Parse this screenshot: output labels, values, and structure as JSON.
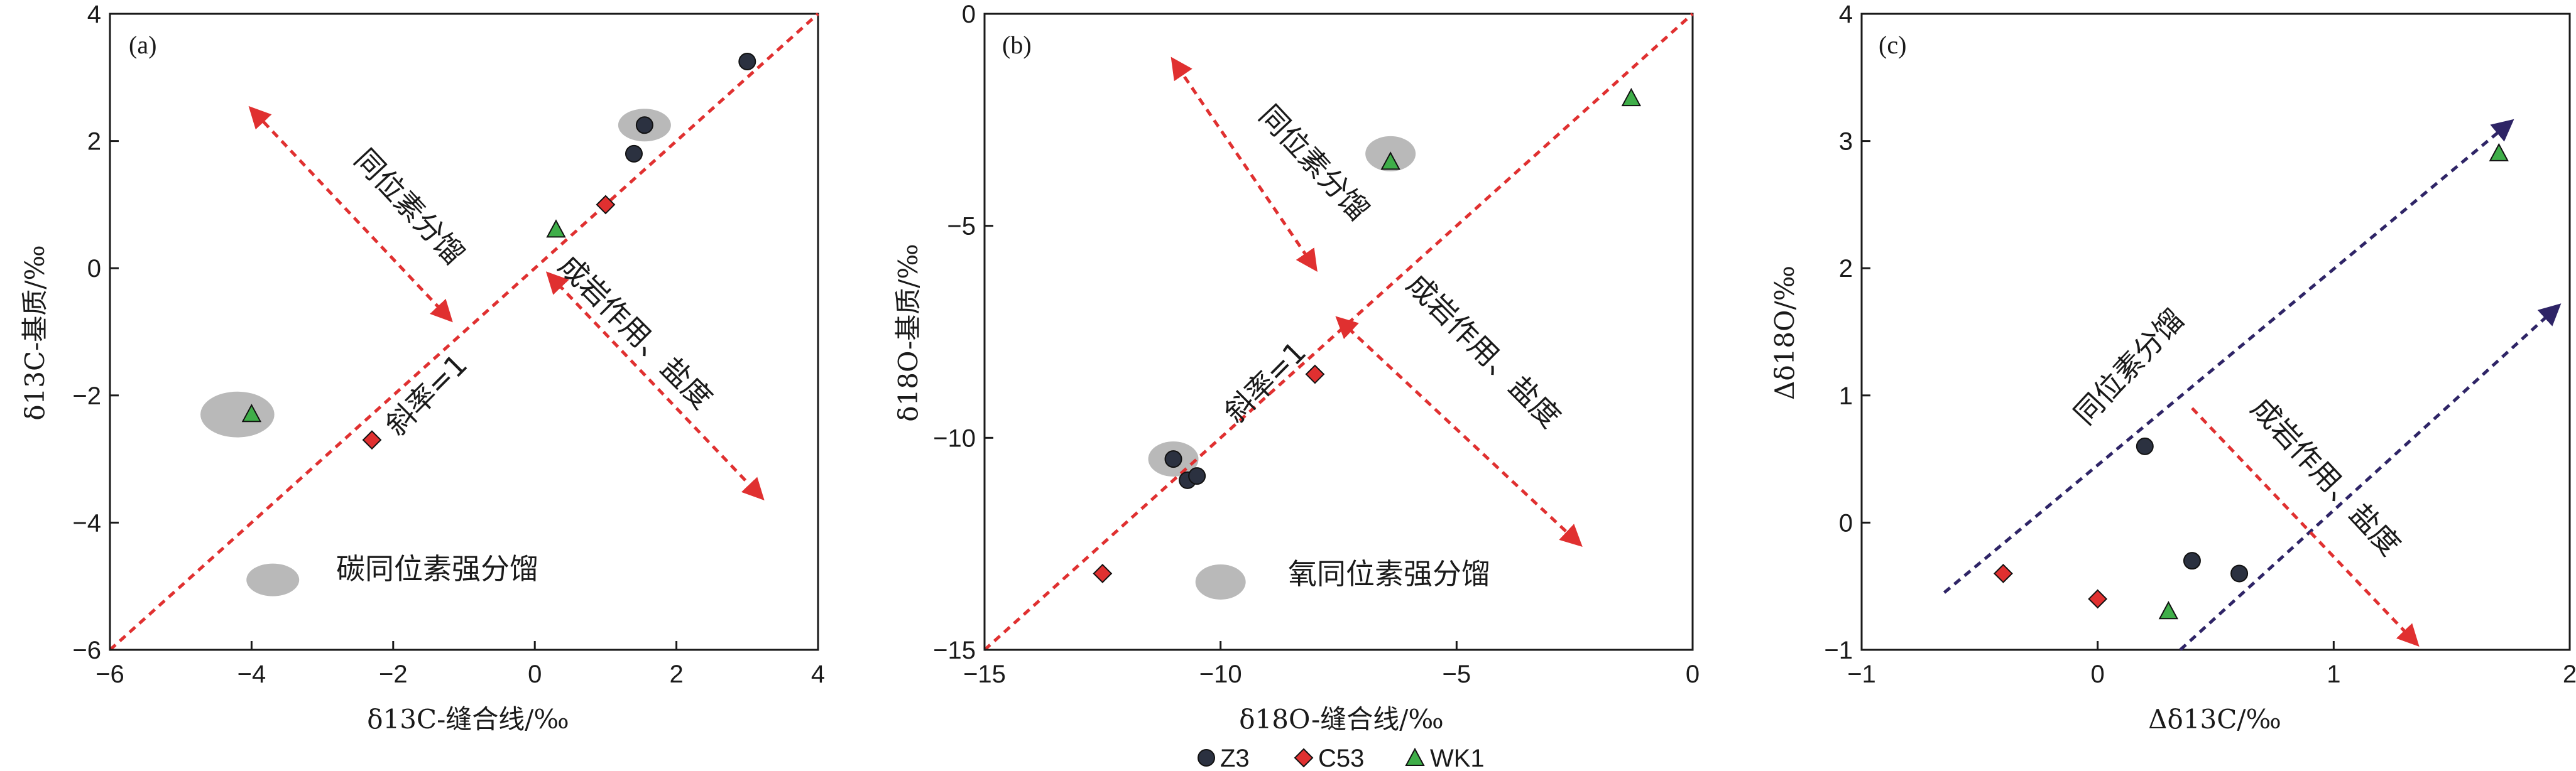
{
  "chart_data": [
    {
      "type": "scatter",
      "panel": "(a)",
      "xlabel": "δ13C-缝合线/‰",
      "ylabel": "δ13C-基质/‰",
      "xlim": [
        -6,
        4
      ],
      "ylim": [
        -6,
        4
      ],
      "xticks": [
        "−6",
        "−4",
        "−2",
        "0",
        "2",
        "4"
      ],
      "yticks": [
        "−6",
        "−4",
        "−2",
        "0",
        "2",
        "4"
      ],
      "series": [
        {
          "name": "Z3",
          "points": [
            [
              3.0,
              3.25
            ],
            [
              1.55,
              2.25
            ],
            [
              1.4,
              1.8
            ]
          ]
        },
        {
          "name": "C53",
          "points": [
            [
              1.0,
              1.0
            ],
            [
              -2.3,
              -2.7
            ]
          ]
        },
        {
          "name": "WK1",
          "points": [
            [
              0.3,
              0.6
            ],
            [
              -4.0,
              -2.3
            ]
          ]
        }
      ],
      "shaded": [
        [
          -4.2,
          -2.3
        ],
        [
          1.55,
          2.25
        ],
        [
          -3.7,
          -4.9
        ]
      ],
      "lines": [
        {
          "label": "斜率=1",
          "from": [
            -6,
            -6
          ],
          "to": [
            4,
            4
          ]
        },
        {
          "label": "同位素分馏",
          "from": [
            -1.2,
            -0.8
          ],
          "to": [
            -4.0,
            2.5
          ]
        },
        {
          "label": "成岩作用、盐度",
          "from": [
            0.2,
            -0.1
          ],
          "to": [
            3.2,
            -3.6
          ]
        }
      ],
      "annotations": {
        "slope": "斜率=1",
        "frac": "同位素分馏",
        "diag": "成岩作用、盐度",
        "strong": "碳同位素强分馏"
      }
    },
    {
      "type": "scatter",
      "panel": "(b)",
      "xlabel": "δ18O-缝合线/‰",
      "ylabel": "δ18O-基质/‰",
      "xlim": [
        -15,
        0
      ],
      "ylim": [
        -15,
        0
      ],
      "xticks": [
        "−15",
        "−10",
        "−5",
        "0"
      ],
      "yticks": [
        "−15",
        "−10",
        "−5",
        "0"
      ],
      "series": [
        {
          "name": "Z3",
          "points": [
            [
              -11.0,
              -10.5
            ],
            [
              -10.7,
              -11.0
            ],
            [
              -10.5,
              -10.9
            ]
          ]
        },
        {
          "name": "C53",
          "points": [
            [
              -8.0,
              -8.5
            ],
            [
              -12.5,
              -13.2
            ]
          ]
        },
        {
          "name": "WK1",
          "points": [
            [
              -6.4,
              -3.5
            ],
            [
              -1.3,
              -2.0
            ]
          ]
        }
      ],
      "shaded": [
        [
          -11.0,
          -10.5
        ],
        [
          -6.4,
          -3.3
        ],
        [
          -10.0,
          -13.4
        ]
      ],
      "lines": [
        {
          "label": "斜率=1",
          "from": [
            -15,
            -15
          ],
          "to": [
            0,
            0
          ]
        },
        {
          "label": "同位素分馏",
          "from": [
            -8.0,
            -6.0
          ],
          "to": [
            -11.0,
            -1.1
          ]
        },
        {
          "label": "成岩作用、盐度",
          "from": [
            -7.5,
            -7.2
          ],
          "to": [
            -2.4,
            -12.5
          ]
        }
      ],
      "annotations": {
        "slope": "斜率=1",
        "frac": "同位素分馏",
        "diag": "成岩作用、盐度",
        "strong": "氧同位素强分馏"
      }
    },
    {
      "type": "scatter",
      "panel": "(c)",
      "xlabel": "Δδ13C/‰",
      "ylabel": "Δδ18O/‰",
      "xlim": [
        -1,
        2
      ],
      "ylim": [
        -1,
        4
      ],
      "xticks": [
        "−1",
        "0",
        "1",
        "2"
      ],
      "yticks": [
        "−1",
        "0",
        "1",
        "2",
        "3",
        "4"
      ],
      "series": [
        {
          "name": "Z3",
          "points": [
            [
              0.2,
              0.6
            ],
            [
              0.4,
              -0.3
            ],
            [
              0.6,
              -0.4
            ]
          ]
        },
        {
          "name": "C53",
          "points": [
            [
              -0.4,
              -0.4
            ],
            [
              0.0,
              -0.6
            ]
          ]
        },
        {
          "name": "WK1",
          "points": [
            [
              0.3,
              -0.7
            ],
            [
              1.7,
              2.9
            ]
          ]
        }
      ],
      "lines": [
        {
          "label": "同位素分馏",
          "from": [
            -0.65,
            -0.55
          ],
          "to": [
            1.75,
            3.15
          ],
          "color": "#2e2466"
        },
        {
          "label": "",
          "from": [
            0.35,
            -1.0
          ],
          "to": [
            1.95,
            1.7
          ],
          "color": "#2e2466"
        },
        {
          "label": "成岩作用、盐度",
          "from": [
            0.4,
            0.9
          ],
          "to": [
            1.35,
            -0.95
          ],
          "color": "#e03030"
        }
      ],
      "annotations": {
        "frac": "同位素分馏",
        "diag": "成岩作用、盐度"
      }
    }
  ],
  "legend": {
    "position": "bottom-center",
    "items": [
      {
        "name": "Z3",
        "marker": "circle",
        "color": "#2b3140"
      },
      {
        "name": "C53",
        "marker": "diamond",
        "color": "#e03030"
      },
      {
        "name": "WK1",
        "marker": "triangle",
        "color": "#3fae49"
      }
    ]
  },
  "colors": {
    "red_dashed": "#e03030",
    "navy_dashed": "#2e2466",
    "shade": "#b8b8b8"
  }
}
